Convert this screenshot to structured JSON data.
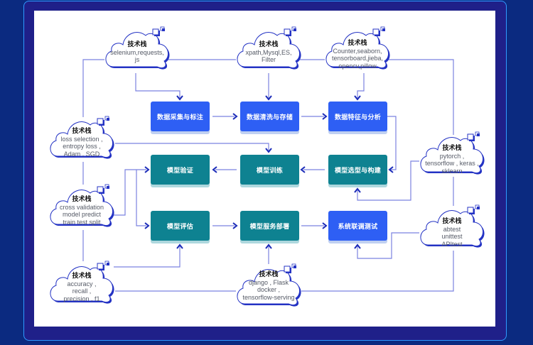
{
  "diagram": {
    "colors": {
      "background": "#0b2a80",
      "frame": "#1f2089",
      "frame_edge": "#2f9bff",
      "canvas": "#ffffff",
      "step_blue": "#2e5ff4",
      "step_teal": "#0e8291",
      "connector": "#7b82e0",
      "arrowhead": "#1a2ab8",
      "cloud_outline": "#2433c4"
    },
    "steps": [
      {
        "id": "collect",
        "label": "数据采集与标注",
        "color": "blue"
      },
      {
        "id": "clean",
        "label": "数据清洗与存储",
        "color": "blue"
      },
      {
        "id": "feature",
        "label": "数据特征与分析",
        "color": "blue"
      },
      {
        "id": "validate",
        "label": "模型验证",
        "color": "teal"
      },
      {
        "id": "train",
        "label": "模型训练",
        "color": "teal"
      },
      {
        "id": "select",
        "label": "模型选型与构建",
        "color": "teal"
      },
      {
        "id": "evaluate",
        "label": "模型评估",
        "color": "teal"
      },
      {
        "id": "deploy",
        "label": "模型服务部署",
        "color": "teal"
      },
      {
        "id": "integration",
        "label": "系统联调测试",
        "color": "blue"
      }
    ],
    "flow": [
      [
        "collect",
        "clean"
      ],
      [
        "clean",
        "feature"
      ],
      [
        "feature",
        "select"
      ],
      [
        "select",
        "train"
      ],
      [
        "train",
        "validate"
      ],
      [
        "evaluate",
        "deploy"
      ],
      [
        "deploy",
        "integration"
      ]
    ],
    "tech_stacks": [
      {
        "id": "ts-collect",
        "title": "技术栈",
        "lines": [
          "selenium,requests,",
          "js"
        ],
        "targets": [
          "collect"
        ]
      },
      {
        "id": "ts-clean",
        "title": "技术栈",
        "lines": [
          "xpath,Mysql,ES,",
          "Filter"
        ],
        "targets": [
          "clean"
        ]
      },
      {
        "id": "ts-feature",
        "title": "技术栈",
        "lines": [
          "Counter,seaborn,",
          "tensorboard,jieba,",
          "opencv,pillow"
        ],
        "targets": [
          "feature"
        ]
      },
      {
        "id": "ts-train",
        "title": "技术栈",
        "lines": [
          "loss selection ,",
          "entropy loss ,",
          "Adam , SGD"
        ],
        "targets": [
          "train"
        ]
      },
      {
        "id": "ts-validate",
        "title": "技术栈",
        "lines": [
          "cross validation",
          "model predict",
          "train test split"
        ],
        "targets": [
          "validate",
          "evaluate"
        ]
      },
      {
        "id": "ts-evaluate",
        "title": "技术栈",
        "lines": [
          "accuracy ,",
          "recall ,",
          "precision , f1"
        ],
        "targets": [
          "evaluate"
        ]
      },
      {
        "id": "ts-deploy",
        "title": "技术栈",
        "lines": [
          "django , Flask",
          "docker ,",
          "tensorflow-serving"
        ],
        "targets": [
          "deploy"
        ]
      },
      {
        "id": "ts-select",
        "title": "技术栈",
        "lines": [
          "pytorch ,",
          "tensorflow , keras ,",
          "sklearn"
        ],
        "targets": [
          "select"
        ]
      },
      {
        "id": "ts-integration",
        "title": "技术栈",
        "lines": [
          "abtest",
          "unittest",
          "APItest"
        ],
        "targets": [
          "integration"
        ]
      }
    ]
  }
}
